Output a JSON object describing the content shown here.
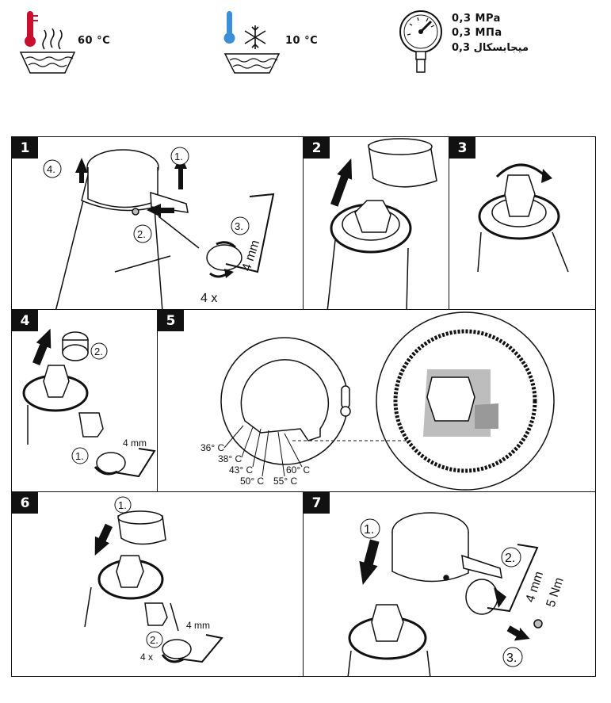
{
  "header": {
    "hot_temp": "60 °C",
    "cold_temp": "10 °C",
    "pressure_lines": [
      "0,3 MPa",
      "0,3 МПа",
      "0,3 ميجابسكال"
    ]
  },
  "panels": [
    {
      "number": "1",
      "steps": [
        "1.",
        "2.",
        "3.",
        "4."
      ],
      "tool": "4 mm",
      "count": "4 x"
    },
    {
      "number": "2"
    },
    {
      "number": "3"
    },
    {
      "number": "4",
      "steps": [
        "1.",
        "2."
      ],
      "tool": "4 mm"
    },
    {
      "number": "5",
      "temps": [
        "36° C",
        "38° C",
        "43° C",
        "50° C",
        "55° C",
        "60° C"
      ]
    },
    {
      "number": "6",
      "steps": [
        "1.",
        "2."
      ],
      "tool": "4 mm",
      "count": "4 x"
    },
    {
      "number": "7",
      "steps": [
        "1.",
        "2.",
        "3."
      ],
      "tool": "4 mm",
      "torque": "5 Nm"
    }
  ],
  "colors": {
    "hot_accent": "#c8102e",
    "cold_accent": "#3a8fd6",
    "ink": "#111111",
    "shade": "#bdbdbd"
  }
}
